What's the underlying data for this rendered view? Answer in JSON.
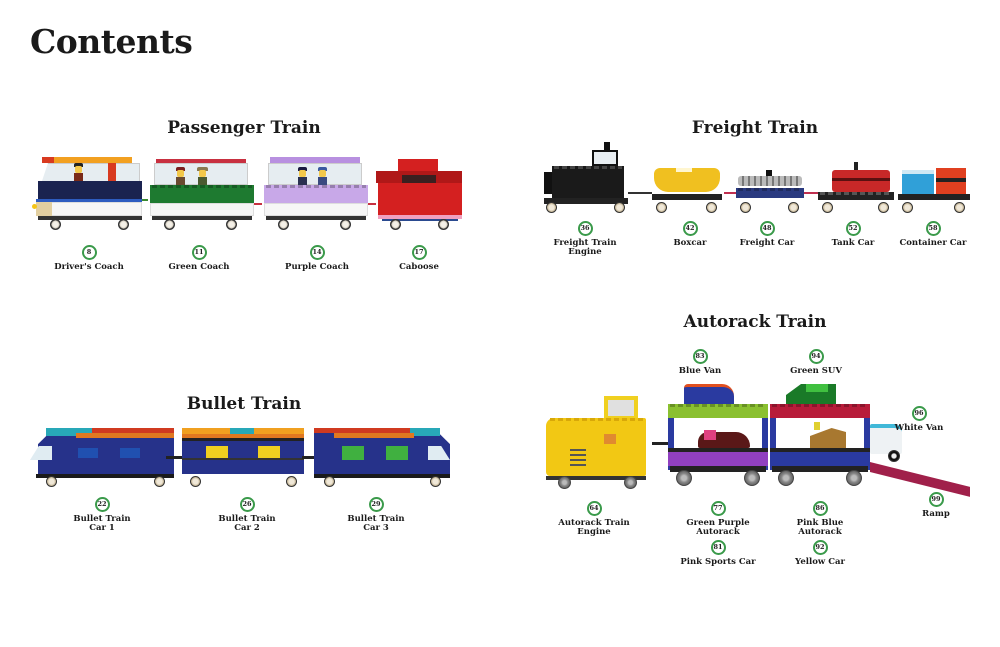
{
  "page": {
    "title": "Contents"
  },
  "colors": {
    "number_ring": "#3a9a4a",
    "text": "#1a1a1a",
    "background": "#ffffff"
  },
  "sections": {
    "passenger": {
      "title": "Passenger Train",
      "items": [
        {
          "page": "8",
          "name": "Driver's Coach"
        },
        {
          "page": "11",
          "name": "Green Coach"
        },
        {
          "page": "14",
          "name": "Purple Coach"
        },
        {
          "page": "17",
          "name": "Caboose"
        }
      ]
    },
    "freight": {
      "title": "Freight Train",
      "items": [
        {
          "page": "36",
          "name": "Freight Train\nEngine"
        },
        {
          "page": "42",
          "name": "Boxcar"
        },
        {
          "page": "48",
          "name": "Freight Car"
        },
        {
          "page": "52",
          "name": "Tank Car"
        },
        {
          "page": "58",
          "name": "Container Car"
        }
      ]
    },
    "bullet": {
      "title": "Bullet Train",
      "items": [
        {
          "page": "22",
          "name": "Bullet Train\nCar 1"
        },
        {
          "page": "26",
          "name": "Bullet Train\nCar 2"
        },
        {
          "page": "29",
          "name": "Bullet Train\nCar 3"
        }
      ]
    },
    "autorack": {
      "title": "Autorack Train",
      "items": [
        {
          "page": "83",
          "name": "Blue Van"
        },
        {
          "page": "94",
          "name": "Green SUV"
        },
        {
          "page": "96",
          "name": "White Van"
        },
        {
          "page": "64",
          "name": "Autorack Train\nEngine"
        },
        {
          "page": "77",
          "name": "Green Purple\nAutorack"
        },
        {
          "page": "86",
          "name": "Pink Blue\nAutorack"
        },
        {
          "page": "99",
          "name": "Ramp"
        },
        {
          "page": "81",
          "name": "Pink Sports Car"
        },
        {
          "page": "92",
          "name": "Yellow Car"
        }
      ]
    }
  }
}
